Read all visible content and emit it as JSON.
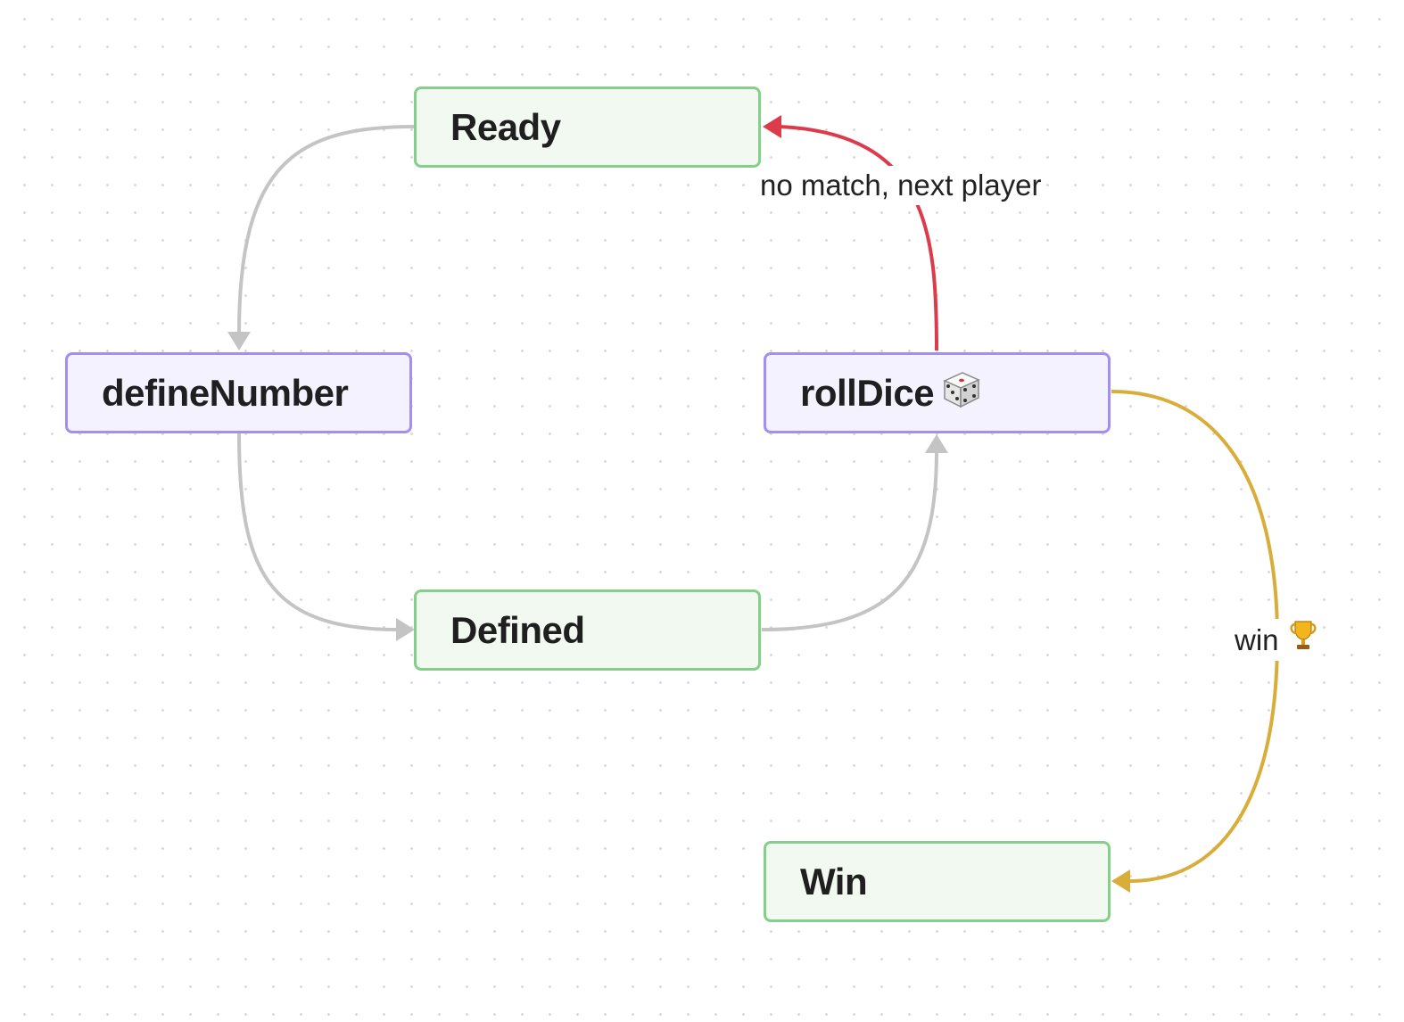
{
  "nodes": {
    "ready": {
      "label": "Ready",
      "kind": "state"
    },
    "define_number": {
      "label": "defineNumber",
      "kind": "action"
    },
    "roll_dice": {
      "label": "rollDice",
      "kind": "action",
      "icon": "dice-icon"
    },
    "defined": {
      "label": "Defined",
      "kind": "state"
    },
    "win": {
      "label": "Win",
      "kind": "state"
    }
  },
  "edges": [
    {
      "from": "Ready",
      "to": "defineNumber",
      "label": "",
      "color": "#c4c4c4"
    },
    {
      "from": "defineNumber",
      "to": "Defined",
      "label": "",
      "color": "#c4c4c4"
    },
    {
      "from": "Defined",
      "to": "rollDice",
      "label": "",
      "color": "#c4c4c4"
    },
    {
      "from": "rollDice",
      "to": "Ready",
      "label": "no match, next player",
      "color": "#dc3b4b"
    },
    {
      "from": "rollDice",
      "to": "Win",
      "label": "win",
      "icon": "trophy-icon",
      "color": "#d8ad3a"
    }
  ],
  "colors": {
    "state_fill": "#f1f9f1",
    "state_border": "#84cf89",
    "action_fill": "#f4f2fe",
    "action_border": "#a38ff0",
    "default_edge": "#c4c4c4",
    "no_match_edge": "#dc3b4b",
    "win_edge": "#d8ad3a"
  }
}
